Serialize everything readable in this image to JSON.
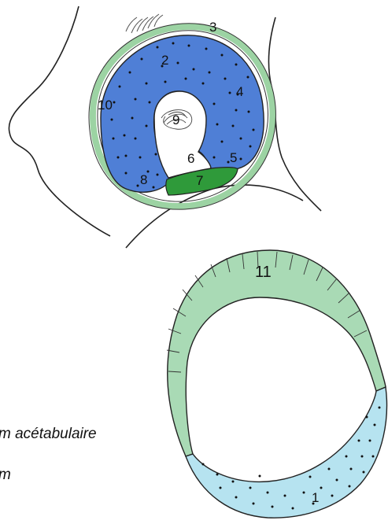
{
  "labels": {
    "l1": "1",
    "l2": "2",
    "l3": "3",
    "l4": "4",
    "l5": "5",
    "l6": "6",
    "l7": "7",
    "l8": "8",
    "l9": "9",
    "l10": "10",
    "l11": "11"
  },
  "captions": {
    "line1": "m acétabulaire",
    "line2": "m"
  },
  "colors": {
    "blue_region": "#4f7fd6",
    "dark_green_region": "#2f9a3a",
    "light_green_region": "#a9dab5",
    "light_blue_region": "#b6e3f0",
    "outline": "#222222",
    "capsule_green": "#9cd3a3"
  }
}
